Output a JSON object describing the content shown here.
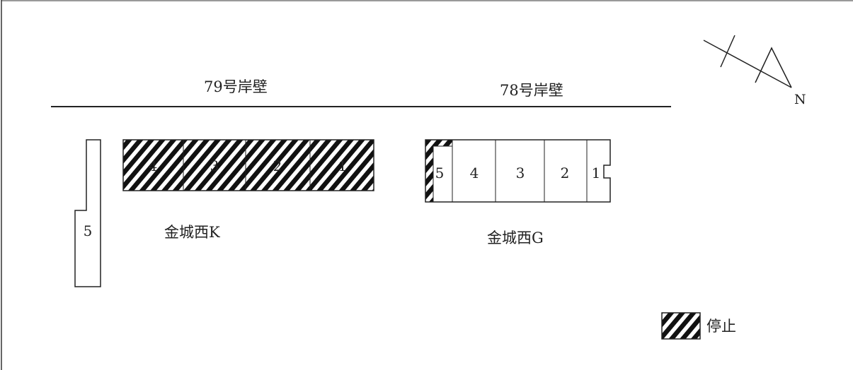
{
  "berths": {
    "b79": "79号岸壁",
    "b78": "78号岸壁"
  },
  "north_label": "N",
  "terminals": {
    "k": {
      "name": "金城西K",
      "standalone_unit": "5",
      "units": [
        "4",
        "3",
        "2",
        "1"
      ],
      "stopped": [
        "4",
        "3",
        "2",
        "1"
      ]
    },
    "g": {
      "name": "金城西G",
      "units": [
        "5",
        "4",
        "3",
        "2",
        "1"
      ],
      "stopped_partial": [
        "5"
      ]
    }
  },
  "legend": {
    "stopped_label": "停止"
  },
  "colors": {
    "line": "#222222",
    "hatch": "#111111",
    "background": "#ffffff"
  }
}
